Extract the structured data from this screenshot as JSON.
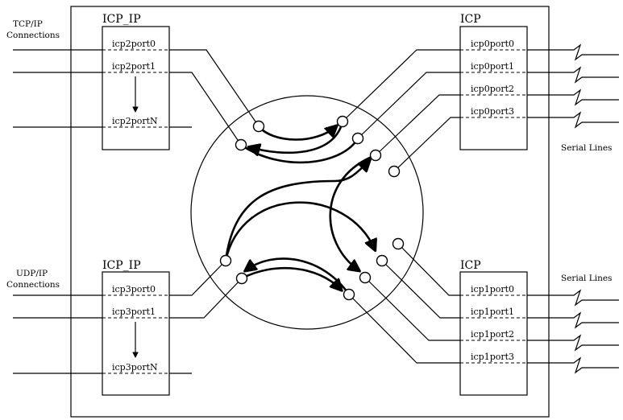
{
  "diagram": {
    "icp_ip_top": {
      "title": "ICP_IP",
      "ports": [
        "icp2port0",
        "icp2port1",
        "icp2portN"
      ]
    },
    "icp_ip_bottom": {
      "title": "ICP_IP",
      "ports": [
        "icp3port0",
        "icp3port1",
        "icp3portN"
      ]
    },
    "icp_top": {
      "title": "ICP",
      "ports": [
        "icp0port0",
        "icp0port1",
        "icp0port2",
        "icp0port3"
      ]
    },
    "icp_bottom": {
      "title": "ICP",
      "ports": [
        "icp1port0",
        "icp1port1",
        "icp1port2",
        "icp1port3"
      ]
    },
    "tcp_label": [
      "TCP/IP",
      "Connections"
    ],
    "udp_label": [
      "UDP/IP",
      "Connections"
    ],
    "serial_top": "Serial Lines",
    "serial_bottom": "Serial Lines"
  }
}
